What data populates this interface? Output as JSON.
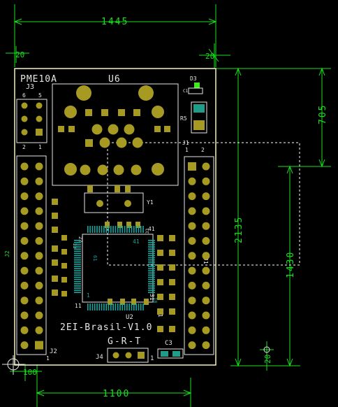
{
  "board": {
    "name": "PME10A",
    "u6": "U6",
    "revision": "2EI-Brasil-V1.0",
    "team": "G-R-T"
  },
  "dimensions": {
    "top_width": "1445",
    "bottom_width": "1100",
    "right_upper": "705",
    "right_total": "2135",
    "right_lower": "1430",
    "tick_small_left_top": "20",
    "tick_small_right_top": "20",
    "tick_small_bottom": "100",
    "tick_small_right_bottom": "20"
  },
  "labels": {
    "j3": "J3",
    "j3_pin6": "6",
    "j3_pin5": "5",
    "j3_pin2": "2",
    "j3_pin1": "1",
    "d3": "D3",
    "r5": "R5",
    "c1": "C1",
    "j1": "J1",
    "j1_pin1": "1",
    "j1_pin2": "2",
    "y1": "Y1",
    "j2": "J2",
    "j2_side": "J2",
    "j1_side": "J1",
    "j2_pin1": "1",
    "j4": "J4",
    "j4_pin1": "1",
    "c3": "C3",
    "u2": "U2",
    "chip_pin1": "1",
    "chip_pin11": "11",
    "chip_pin21": "21",
    "chip_pin31": "31",
    "chip_pin41_top": "41",
    "chip_pin41": "41",
    "chip_pin33": "33",
    "chip_pin22": "22",
    "chip_pin23": "23",
    "chip_pin1_left": "1",
    "chip_pin10": "10",
    "chip_pin61": "61",
    "chip_pin18": "18"
  },
  "colors": {
    "background": "#000000",
    "outline": "#f5f2c0",
    "pad": "#a69a23",
    "dimension": "#17e01d",
    "silk": "#e6e6e6",
    "chip_pins": "#1aa6a0",
    "dashed": "#ffffff",
    "led": "#41e81d",
    "cap": "#1f9c8a"
  }
}
